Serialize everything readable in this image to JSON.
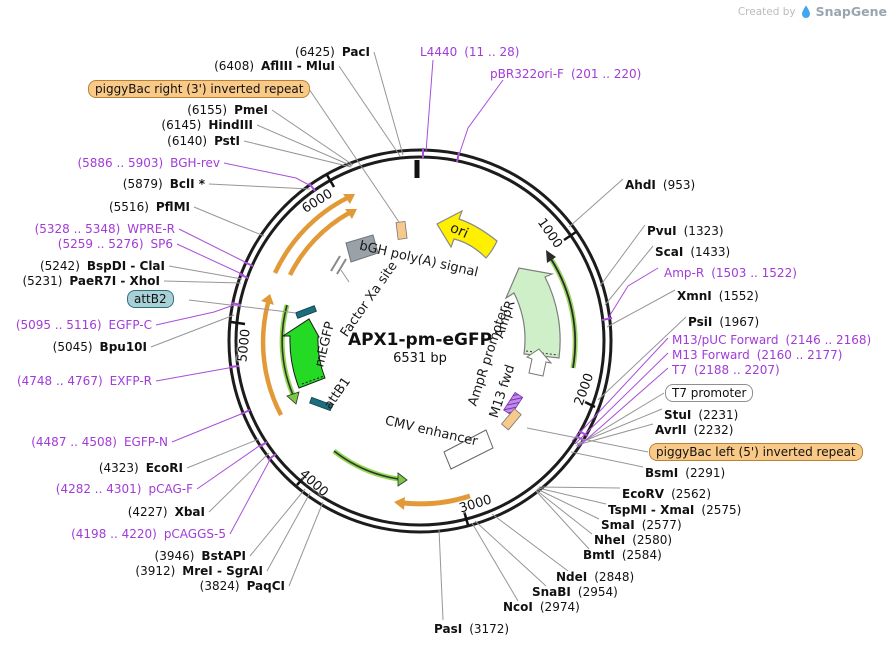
{
  "credit": {
    "prefix": "Created by",
    "brand": "SnapGene"
  },
  "plasmid": {
    "name": "APX1-pm-eGFP",
    "size": "6531 bp"
  },
  "ticks": [
    "1000",
    "2000",
    "3000",
    "4000",
    "5000",
    "6000"
  ],
  "features": {
    "bgh": "bGH poly(A) signal",
    "factor_xa": "Factor Xa site",
    "ori": "ori",
    "ampr": "AmpR",
    "ampr_promoter": "AmpR promoter",
    "m13_fwd": "M13 fwd",
    "cmv": "CMV enhancer",
    "megfp": "mEGFP",
    "attb1": "attB1",
    "attb2": "attB2",
    "t7_promoter": "T7 promoter",
    "piggybac_right": "piggyBac right (3') inverted repeat",
    "piggybac_left": "piggyBac left (5') inverted repeat"
  },
  "sites_left": [
    {
      "pos": "(6425)",
      "name": "PacI"
    },
    {
      "pos": "(6408)",
      "name": "AflIII - MluI"
    },
    {
      "pos": "(6155)",
      "name": "PmeI"
    },
    {
      "pos": "(6145)",
      "name": "HindIII"
    },
    {
      "pos": "(6140)",
      "name": "PstI"
    },
    {
      "pos": "(5886 .. 5903)",
      "name": "BGH-rev"
    },
    {
      "pos": "(5879)",
      "name": "BclI *"
    },
    {
      "pos": "(5516)",
      "name": "PflMI"
    },
    {
      "pos": "(5328 .. 5348)",
      "name": "WPRE-R"
    },
    {
      "pos": "(5259 .. 5276)",
      "name": "SP6"
    },
    {
      "pos": "(5242)",
      "name": "BspDI - ClaI"
    },
    {
      "pos": "(5231)",
      "name": "PaeR7I - XhoI"
    },
    {
      "pos": "(5095 .. 5116)",
      "name": "EGFP-C"
    },
    {
      "pos": "(5045)",
      "name": "Bpu10I"
    },
    {
      "pos": "(4748 .. 4767)",
      "name": "EXFP-R"
    },
    {
      "pos": "(4487 .. 4508)",
      "name": "EGFP-N"
    },
    {
      "pos": "(4323)",
      "name": "EcoRI"
    },
    {
      "pos": "(4282 .. 4301)",
      "name": "pCAG-F"
    },
    {
      "pos": "(4227)",
      "name": "XbaI"
    },
    {
      "pos": "(4198 .. 4220)",
      "name": "pCAGGS-5"
    },
    {
      "pos": "(3946)",
      "name": "BstAPI"
    },
    {
      "pos": "(3912)",
      "name": "MreI - SgrAI"
    },
    {
      "pos": "(3824)",
      "name": "PaqCI"
    }
  ],
  "sites_right": [
    {
      "name": "PasI",
      "pos": "(3172)"
    },
    {
      "name": "NcoI",
      "pos": "(2974)"
    },
    {
      "name": "SnaBI",
      "pos": "(2954)"
    },
    {
      "name": "NdeI",
      "pos": "(2848)"
    },
    {
      "name": "BmtI",
      "pos": "(2584)"
    },
    {
      "name": "NheI",
      "pos": "(2580)"
    },
    {
      "name": "SmaI",
      "pos": "(2577)"
    },
    {
      "name": "TspMI - XmaI",
      "pos": "(2575)"
    },
    {
      "name": "EcoRV",
      "pos": "(2562)"
    },
    {
      "name": "BsmI",
      "pos": "(2291)"
    },
    {
      "name": "AvrII",
      "pos": "(2232)"
    },
    {
      "name": "StuI",
      "pos": "(2231)"
    },
    {
      "name": "T7",
      "pos": "(2188 .. 2207)"
    },
    {
      "name": "M13 Forward",
      "pos": "(2160 .. 2177)"
    },
    {
      "name": "M13/pUC Forward",
      "pos": "(2146 .. 2168)"
    },
    {
      "name": "PsiI",
      "pos": "(1967)"
    },
    {
      "name": "XmnI",
      "pos": "(1552)"
    },
    {
      "name": "Amp-R",
      "pos": "(1503 .. 1522)"
    },
    {
      "name": "ScaI",
      "pos": "(1433)"
    },
    {
      "name": "PvuI",
      "pos": "(1323)"
    },
    {
      "name": "AhdI",
      "pos": "(953)"
    },
    {
      "name": "L4440",
      "pos": "(11 .. 28)"
    },
    {
      "name": "pBR322ori-F",
      "pos": "(201 .. 220)"
    }
  ],
  "colors": {
    "primer_purple": "#A23BD8",
    "connector_gray": "#969696",
    "orange_feature": "#F9C987",
    "teal_attb": "#1B6E7E",
    "green_cds": "#24DA24",
    "pale_green_ampr": "#CFEFC8",
    "yellow_ori": "#FFEF00",
    "gray_polya": "#99A1A9"
  }
}
